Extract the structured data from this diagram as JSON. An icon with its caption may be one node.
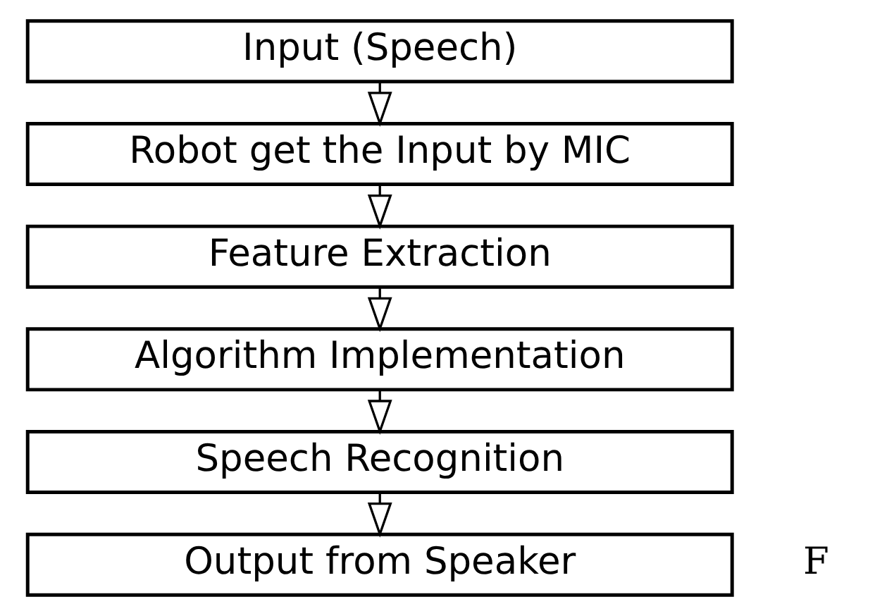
{
  "diagram": {
    "nodes": [
      {
        "text": [
          "Input (Speech)"
        ]
      },
      {
        "text": [
          "Robot get the Input by MIC"
        ]
      },
      {
        "text": [
          "Feature Extraction"
        ]
      },
      {
        "text": [
          "Algorithm Implementation"
        ]
      },
      {
        "text": [
          "Speech Recognition"
        ]
      },
      {
        "text": [
          "Output from Speaker"
        ]
      }
    ],
    "edges": [
      {
        "from": 0,
        "to": 1,
        "arrow": "to"
      },
      {
        "from": 1,
        "to": 2,
        "arrow": "to"
      },
      {
        "from": 2,
        "to": 3,
        "arrow": "to"
      },
      {
        "from": 3,
        "to": 4,
        "arrow": "to"
      },
      {
        "from": 4,
        "to": 5,
        "arrow": "to"
      }
    ],
    "labels": [
      "F"
    ]
  }
}
